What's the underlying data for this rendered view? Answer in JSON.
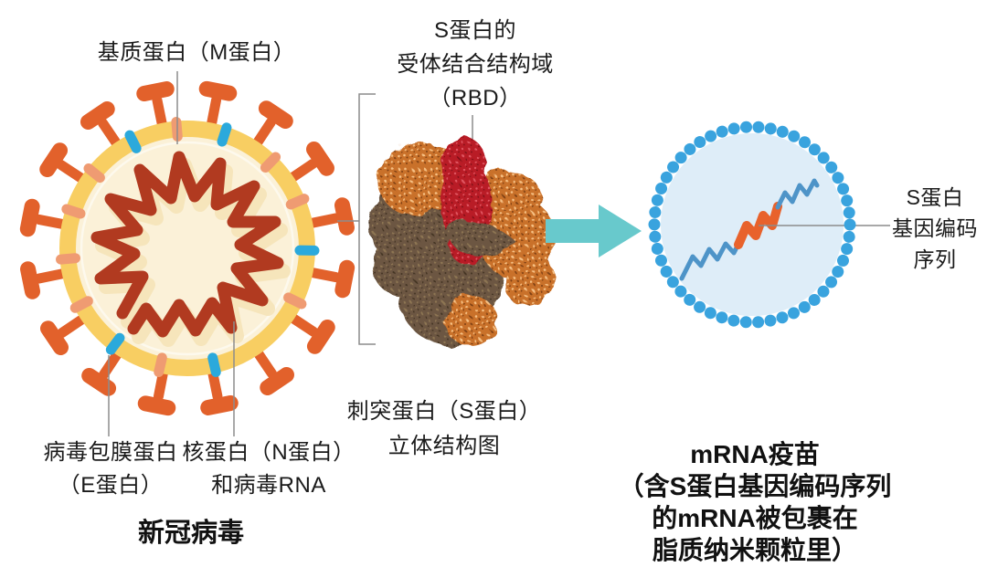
{
  "virus_panel": {
    "title": "新冠病毒",
    "matrix_label": "基质蛋白（M蛋白）",
    "envelope_label": [
      "病毒包膜蛋白",
      "（E蛋白）"
    ],
    "nucleocapsid_label": [
      "核蛋白（N蛋白）",
      "和病毒RNA"
    ]
  },
  "spike_panel": {
    "rbd_label": [
      "S蛋白的",
      "受体结合结构域",
      "（RBD）"
    ],
    "caption": [
      "刺突蛋白（S蛋白）",
      "立体结构图"
    ]
  },
  "vaccine_panel": {
    "gene_label": [
      "S蛋白",
      "基因编码",
      "序列"
    ],
    "title": [
      "mRNA疫苗",
      "（含S蛋白基因编码序列",
      "的mRNA被包裹在",
      "脂质纳米颗粒里）"
    ]
  },
  "icons": {
    "transform_arrow": "arrow-right-icon"
  },
  "colors": {
    "spike_orange": "#E2612B",
    "membrane_gold": "#F8CE62",
    "virus_inner_cream": "#FBF1D8",
    "rna_dark_red": "#B13A20",
    "rna_shadow": "#F5E3B8",
    "m_protein_salmon": "#EF9B72",
    "e_protein_cyan": "#2BA9DC",
    "protein_brown": "#6C5742",
    "protein_orange": "#C9712C",
    "protein_rbd_red": "#B91E28",
    "arrow_teal": "#68C9CC",
    "lipid_bead_blue": "#39A3DE",
    "nanoparticle_fill": "#DEEDF8",
    "mrna_blue": "#4E94C8",
    "mrna_orange": "#E8622C",
    "label_line_gray": "#8C8C8C",
    "text_dark": "#1A1A1A"
  }
}
